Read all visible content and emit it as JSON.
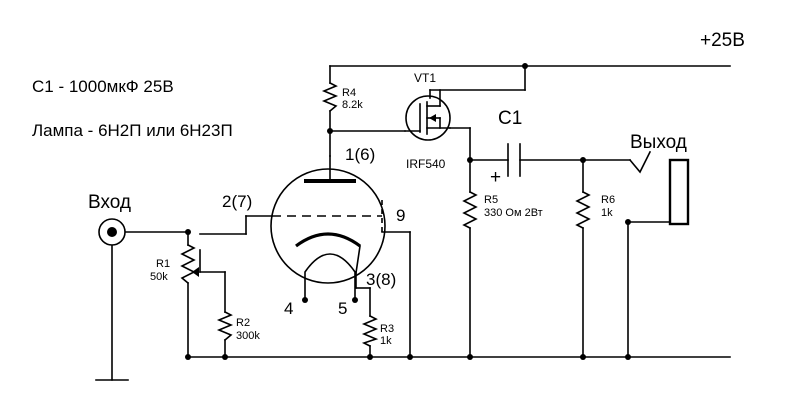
{
  "notes": {
    "c1_spec": "C1 - 1000мкФ 25В",
    "tube_spec": "Лампа - 6Н2П или 6Н23П"
  },
  "supply": "+25В",
  "input_label": "Вход",
  "output_label": "Выход",
  "transistor": {
    "ref": "VT1",
    "part": "IRF540"
  },
  "capacitor": {
    "ref": "C1",
    "polarity": "+"
  },
  "resistors": {
    "r1": {
      "ref": "R1",
      "value": "50k"
    },
    "r2": {
      "ref": "R2",
      "value": "300k"
    },
    "r3": {
      "ref": "R3",
      "value": "1k"
    },
    "r4": {
      "ref": "R4",
      "value": "8.2k"
    },
    "r5": {
      "ref": "R5",
      "value": "330 Ом 2Вт"
    },
    "r6": {
      "ref": "R6",
      "value": "1k"
    }
  },
  "tube_pins": {
    "anode": "1(6)",
    "grid": "2(7)",
    "cathode": "3(8)",
    "heater_a": "4",
    "heater_b": "5",
    "heater_ct": "9"
  }
}
